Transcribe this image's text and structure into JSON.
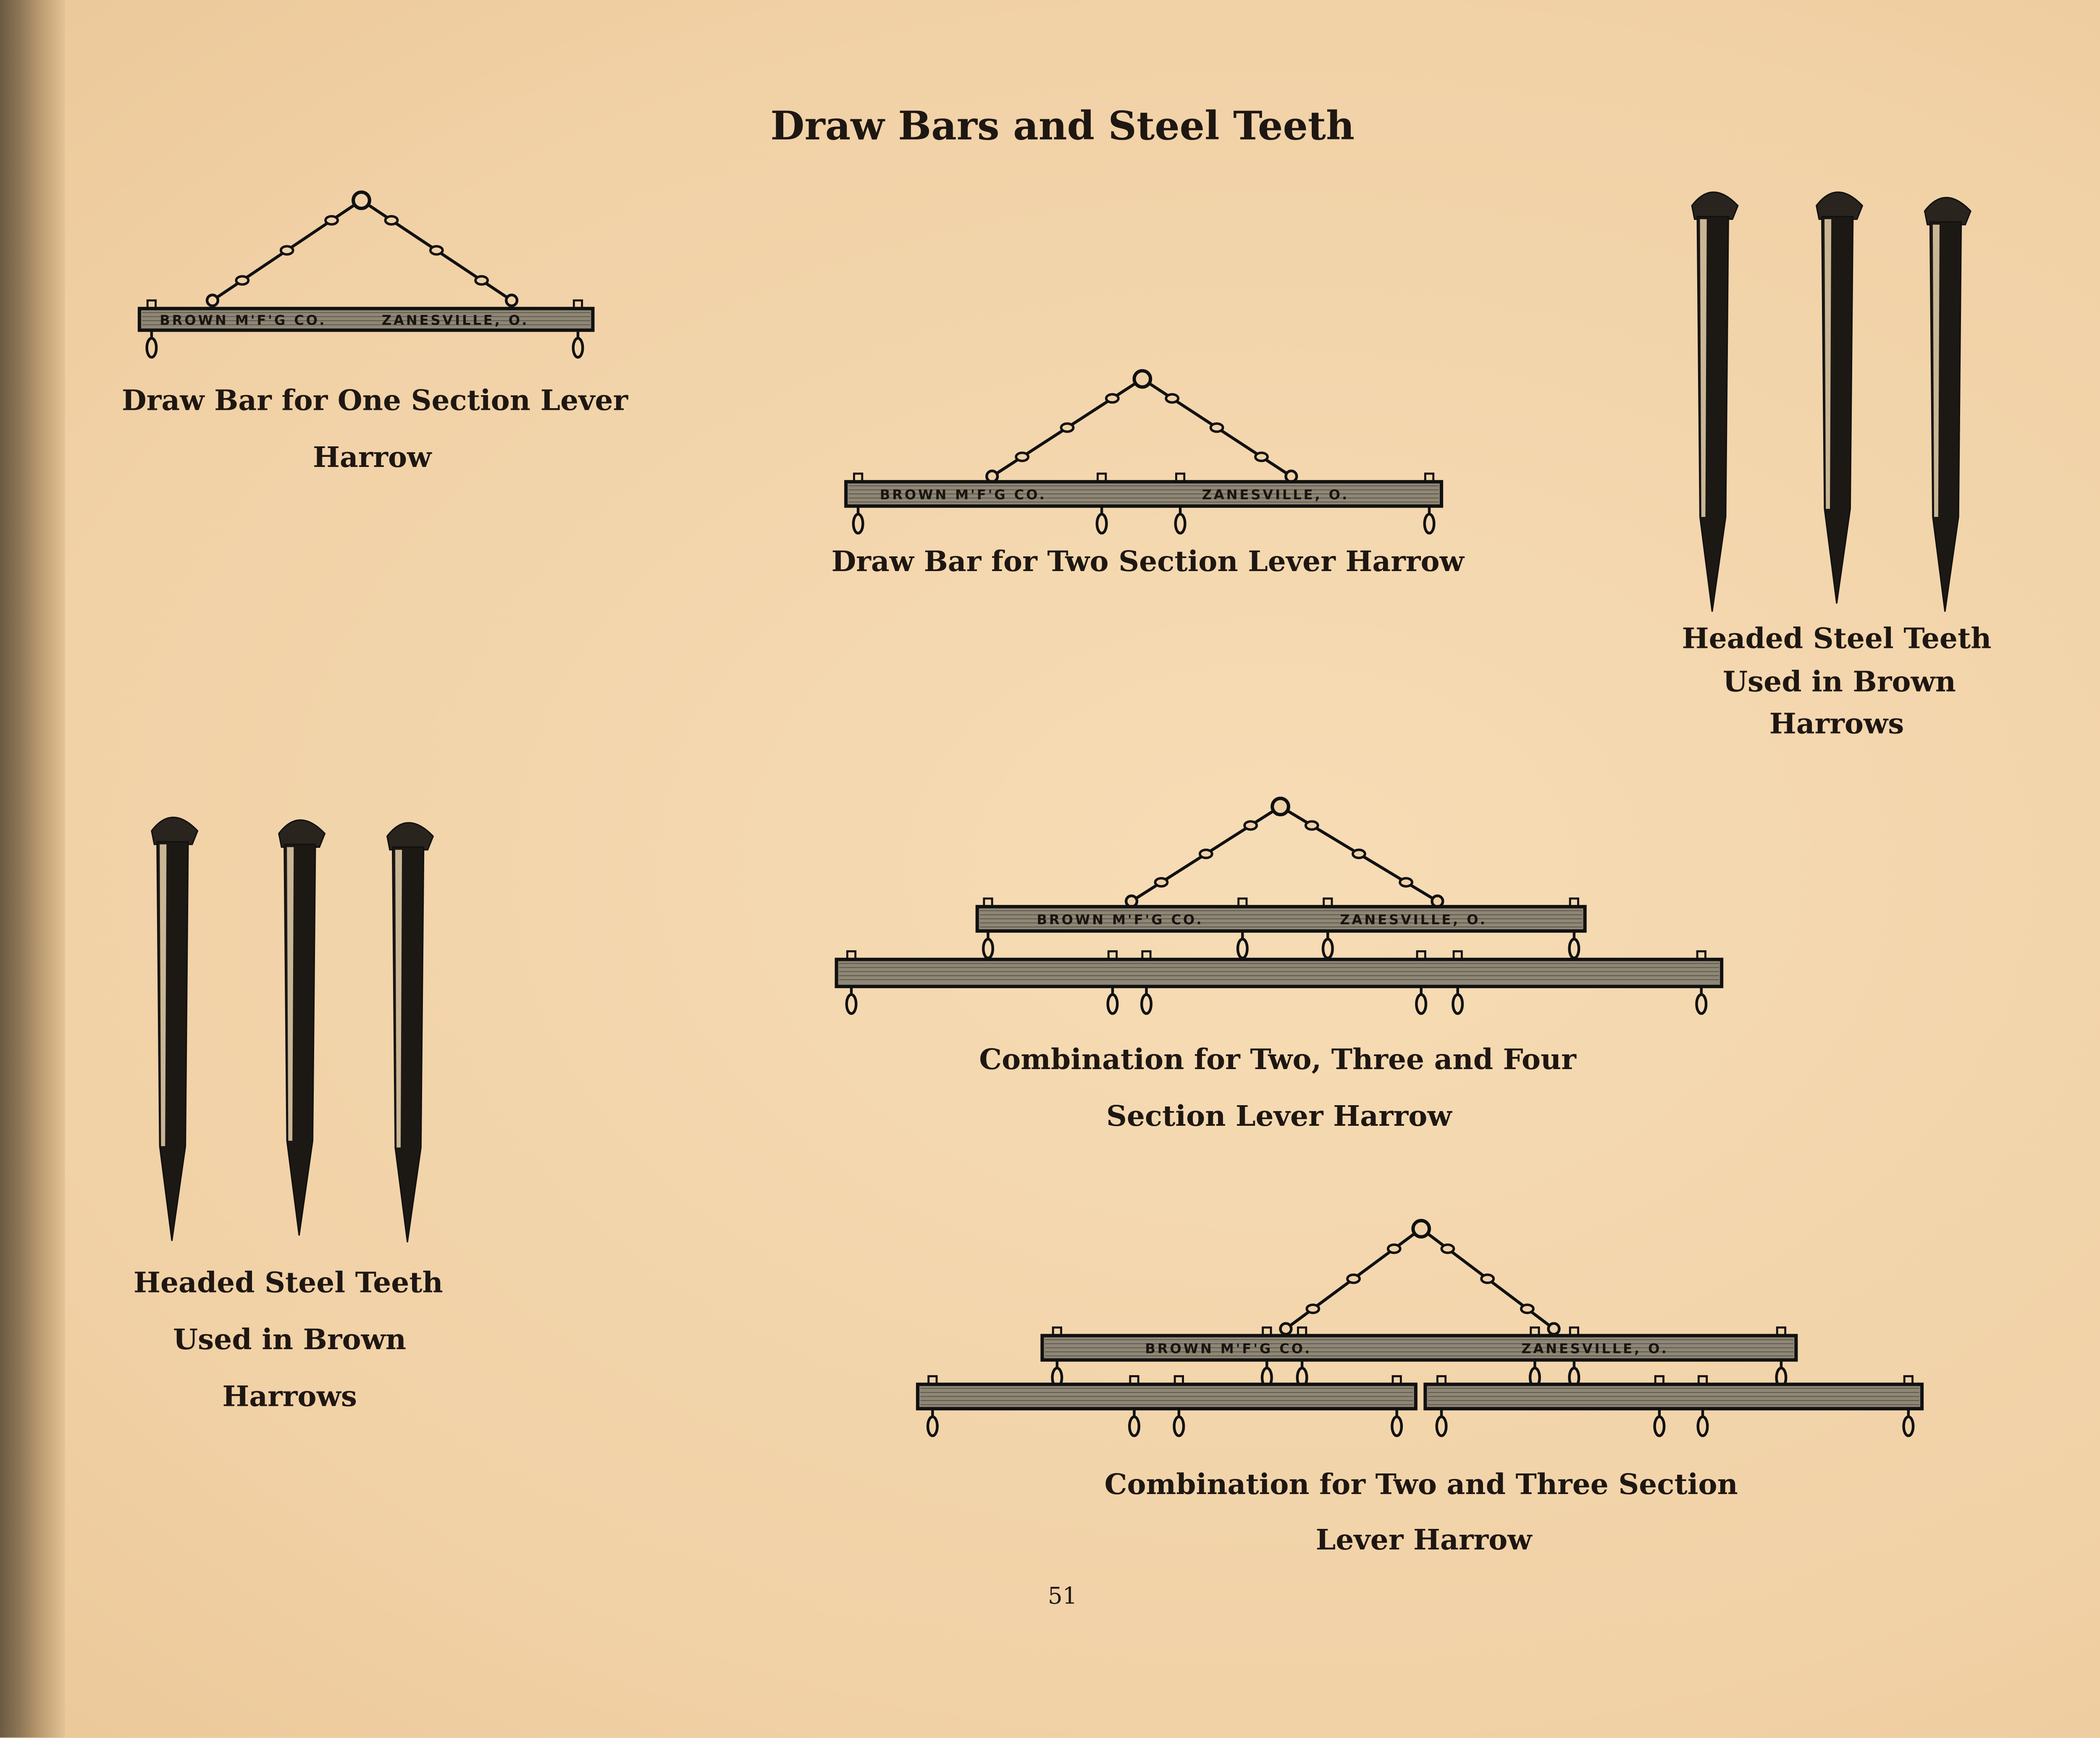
{
  "title": "Draw Bars and Steel Teeth",
  "page_number": "51",
  "bar_stamp": {
    "left": "BROWN M'F'G CO.",
    "right": "ZANESVILLE, O."
  },
  "captions": {
    "one_section": [
      "Draw Bar for One Section Lever",
      "Harrow"
    ],
    "two_section": [
      "Draw Bar for Two Section Lever Harrow"
    ],
    "teeth_right": [
      "Headed Steel Teeth",
      "Used in Brown",
      "Harrows"
    ],
    "teeth_left": [
      "Headed Steel Teeth",
      "Used in Brown",
      "Harrows"
    ],
    "combo_234": [
      "Combination for Two, Three and Four",
      "Section Lever Harrow"
    ],
    "combo_23": [
      "Combination for Two and Three Section",
      "Lever Harrow"
    ]
  },
  "colors": {
    "paper": "#f1d2a8",
    "ink": "#1e1712",
    "bar": "#8a8272"
  }
}
